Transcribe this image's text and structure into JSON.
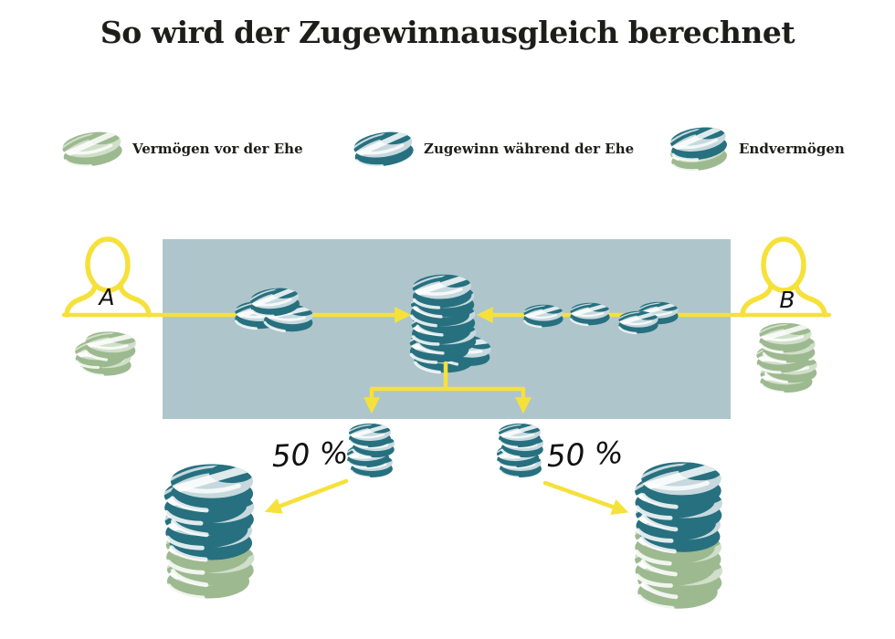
{
  "title": "So wird der Zugewinnausgleich berechnet",
  "legend": {
    "items": [
      {
        "label": "Vermögen vor der Ehe",
        "icon": "green-coin-icon"
      },
      {
        "label": "Zugewinn während der Ehe",
        "icon": "teal-coin-icon"
      },
      {
        "label": "Endvermögen",
        "icon": "stacked-coins-icon"
      }
    ]
  },
  "diagram": {
    "person_a_label": "A",
    "person_b_label": "B",
    "share_left_label": "50 %",
    "share_right_label": "50 %"
  },
  "colors": {
    "teal": "#27707f",
    "teal_light": "#c7d9de",
    "green": "#9db990",
    "green_light": "#d0dfc9",
    "panel": "#aec5cb",
    "yellow": "#f5e13a",
    "text": "#1d1d1b"
  }
}
